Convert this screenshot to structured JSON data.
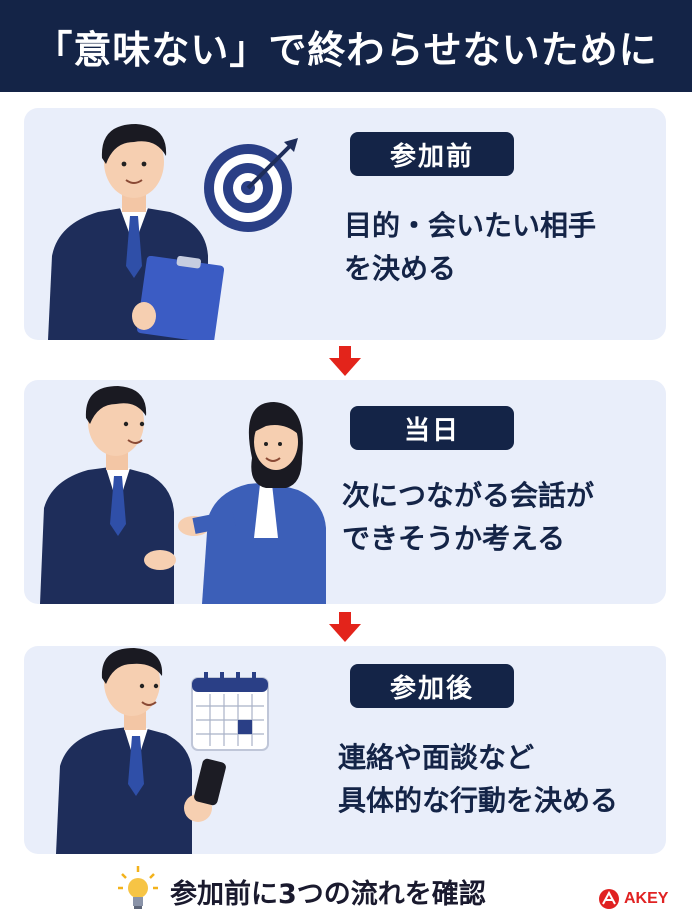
{
  "header": {
    "title": "「意味ない」で終わらせないために"
  },
  "steps": [
    {
      "badge": "参加前",
      "line1": "目的・会いたい相手",
      "line2": "を決める"
    },
    {
      "badge": "当日",
      "line1": "次につながる会話が",
      "line2": "できそうか考える"
    },
    {
      "badge": "参加後",
      "line1": "連絡や面談など",
      "line2": "具体的な行動を決める"
    }
  ],
  "footer": {
    "text": "参加前に3つの流れを確認",
    "logo": "AKEY"
  },
  "icons": {
    "target": "target-icon",
    "calendar": "calendar-icon",
    "smartphone": "smartphone-icon",
    "clipboard": "clipboard-icon",
    "bulb": "lightbulb-icon",
    "arrow": "arrow-down-icon"
  },
  "colors": {
    "navy": "#142447",
    "card_bg": "#e9eefa",
    "accent_blue": "#3c5fb8",
    "arrow_red": "#e3241b",
    "logo_red": "#e02222"
  }
}
